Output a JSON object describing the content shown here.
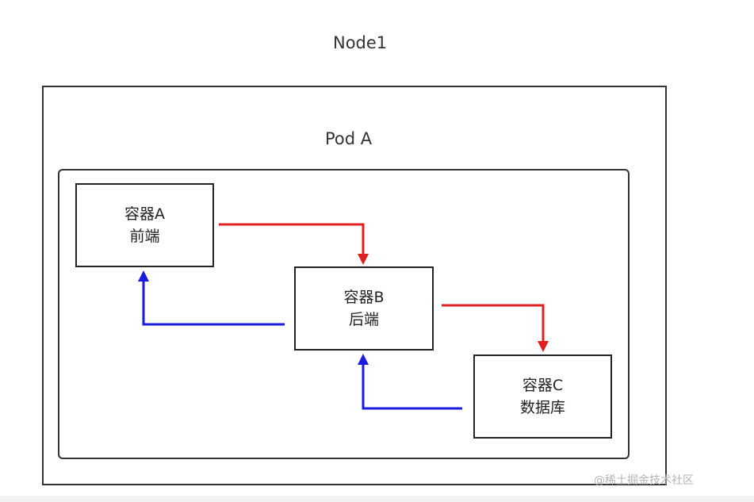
{
  "node": {
    "title": "Node1"
  },
  "pod": {
    "title": "Pod A"
  },
  "containers": [
    {
      "name": "容器A",
      "role": "前端"
    },
    {
      "name": "容器B",
      "role": "后端"
    },
    {
      "name": "容器C",
      "role": "数据库"
    }
  ],
  "colors": {
    "request_arrow": "#e02020",
    "response_arrow": "#1a1ae0",
    "border": "#333333"
  },
  "watermark": "@稀土掘金技术社区"
}
